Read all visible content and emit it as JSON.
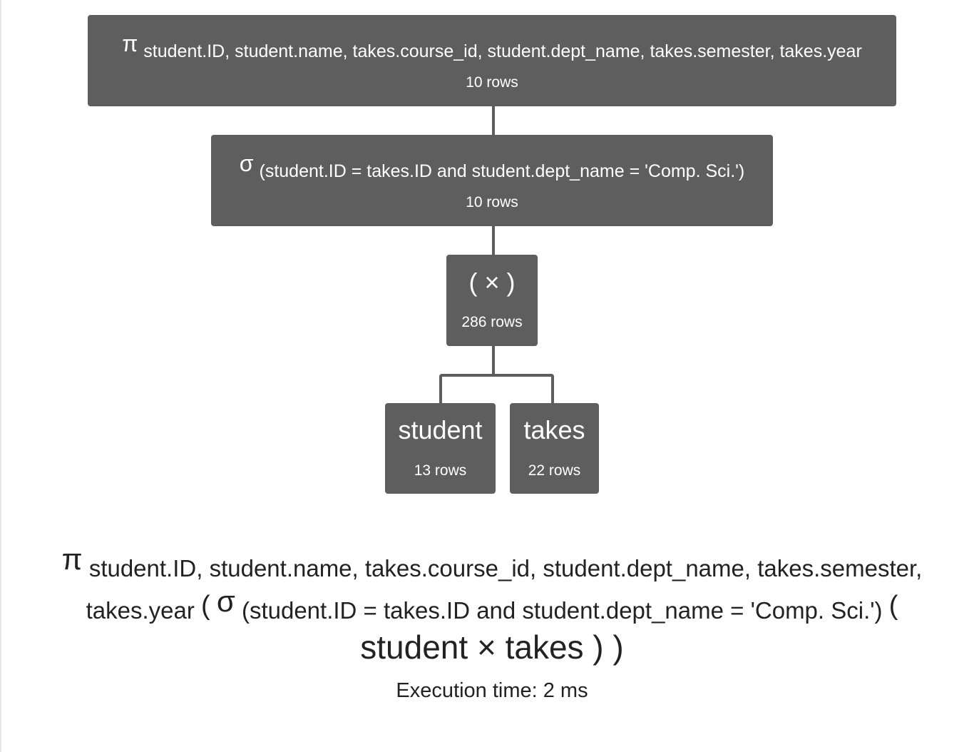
{
  "tree": {
    "projection": {
      "symbol": "π",
      "attributes": "student.ID, student.name, takes.course_id, student.dept_name, takes.semester, takes.year",
      "rows": "10 rows"
    },
    "selection": {
      "symbol": "σ",
      "condition": "(student.ID = takes.ID and student.dept_name = 'Comp. Sci.')",
      "rows": "10 rows"
    },
    "cross_product": {
      "label": "( × )",
      "rows": "286 rows"
    },
    "student": {
      "label": "student",
      "rows": "13 rows"
    },
    "takes": {
      "label": "takes",
      "rows": "22 rows"
    }
  },
  "expression": {
    "pi": "π",
    "projection_attributes": "student.ID, student.name, takes.course_id, student.dept_name, takes.semester, takes.year",
    "open_paren_1": "(",
    "sigma": "σ",
    "selection_condition": "(student.ID = takes.ID and student.dept_name = 'Comp. Sci.')",
    "open_paren_2": "(",
    "cross_expression": "student × takes ) )"
  },
  "execution_time": "Execution time: 2 ms",
  "colors": {
    "node_background": "#5e5e5e",
    "node_text": "#ffffff",
    "page_text": "#222222"
  }
}
